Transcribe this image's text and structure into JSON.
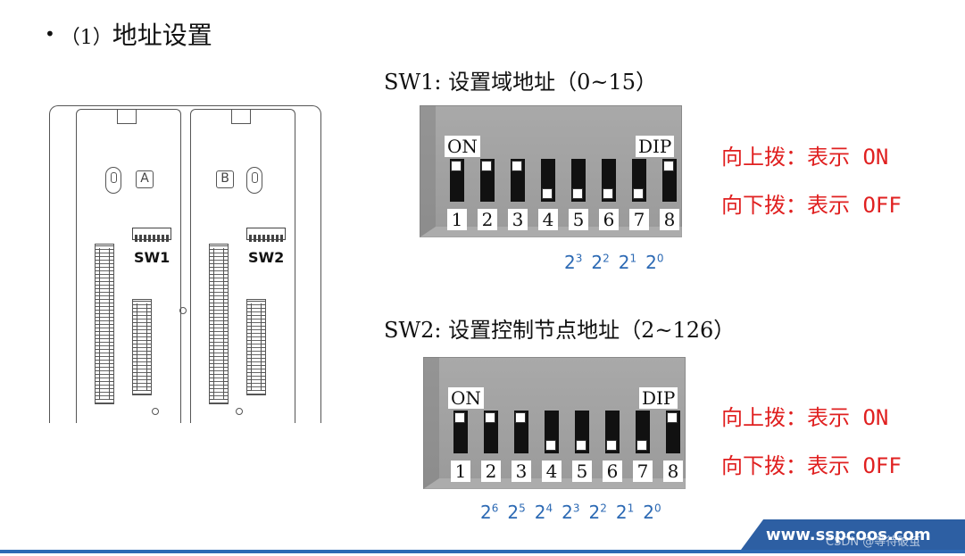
{
  "title": {
    "bullet": "•",
    "paren": "（1）",
    "text": "地址设置"
  },
  "device": {
    "module_a": {
      "letter": "A",
      "switch_label": "SW1"
    },
    "module_b": {
      "letter": "B",
      "switch_label": "SW2"
    }
  },
  "sw1": {
    "heading_id": "SW1:",
    "heading_text": "设置域地址",
    "heading_range": "（0~15）",
    "on_label": "ON",
    "dip_label": "DIP",
    "numbers": [
      "1",
      "2",
      "3",
      "4",
      "5",
      "6",
      "7",
      "8"
    ],
    "positions": [
      "up",
      "up",
      "up",
      "down",
      "down",
      "down",
      "down",
      "up"
    ],
    "powers": [
      {
        "b": "2",
        "e": "3"
      },
      {
        "b": "2",
        "e": "2"
      },
      {
        "b": "2",
        "e": "1"
      },
      {
        "b": "2",
        "e": "0"
      }
    ],
    "legend_up": "向上拨：表示 ON",
    "legend_down": "向下拨：表示 OFF"
  },
  "sw2": {
    "heading_id": "SW2:",
    "heading_text": "设置控制节点地址",
    "heading_range": "（2~126）",
    "on_label": "ON",
    "dip_label": "DIP",
    "numbers": [
      "1",
      "2",
      "3",
      "4",
      "5",
      "6",
      "7",
      "8"
    ],
    "positions": [
      "up",
      "up",
      "up",
      "down",
      "down",
      "down",
      "down",
      "up"
    ],
    "powers": [
      {
        "b": "2",
        "e": "6"
      },
      {
        "b": "2",
        "e": "5"
      },
      {
        "b": "2",
        "e": "4"
      },
      {
        "b": "2",
        "e": "3"
      },
      {
        "b": "2",
        "e": "2"
      },
      {
        "b": "2",
        "e": "1"
      },
      {
        "b": "2",
        "e": "0"
      }
    ],
    "legend_up": "向上拨：表示 ON",
    "legend_down": "向下拨：表示 OFF"
  },
  "footer": {
    "logo": "www.sspcoos.com",
    "watermark": "CSDN @等待破茧"
  },
  "colors": {
    "accent_blue": "#2d6ab4",
    "legend_red": "#e02020"
  }
}
